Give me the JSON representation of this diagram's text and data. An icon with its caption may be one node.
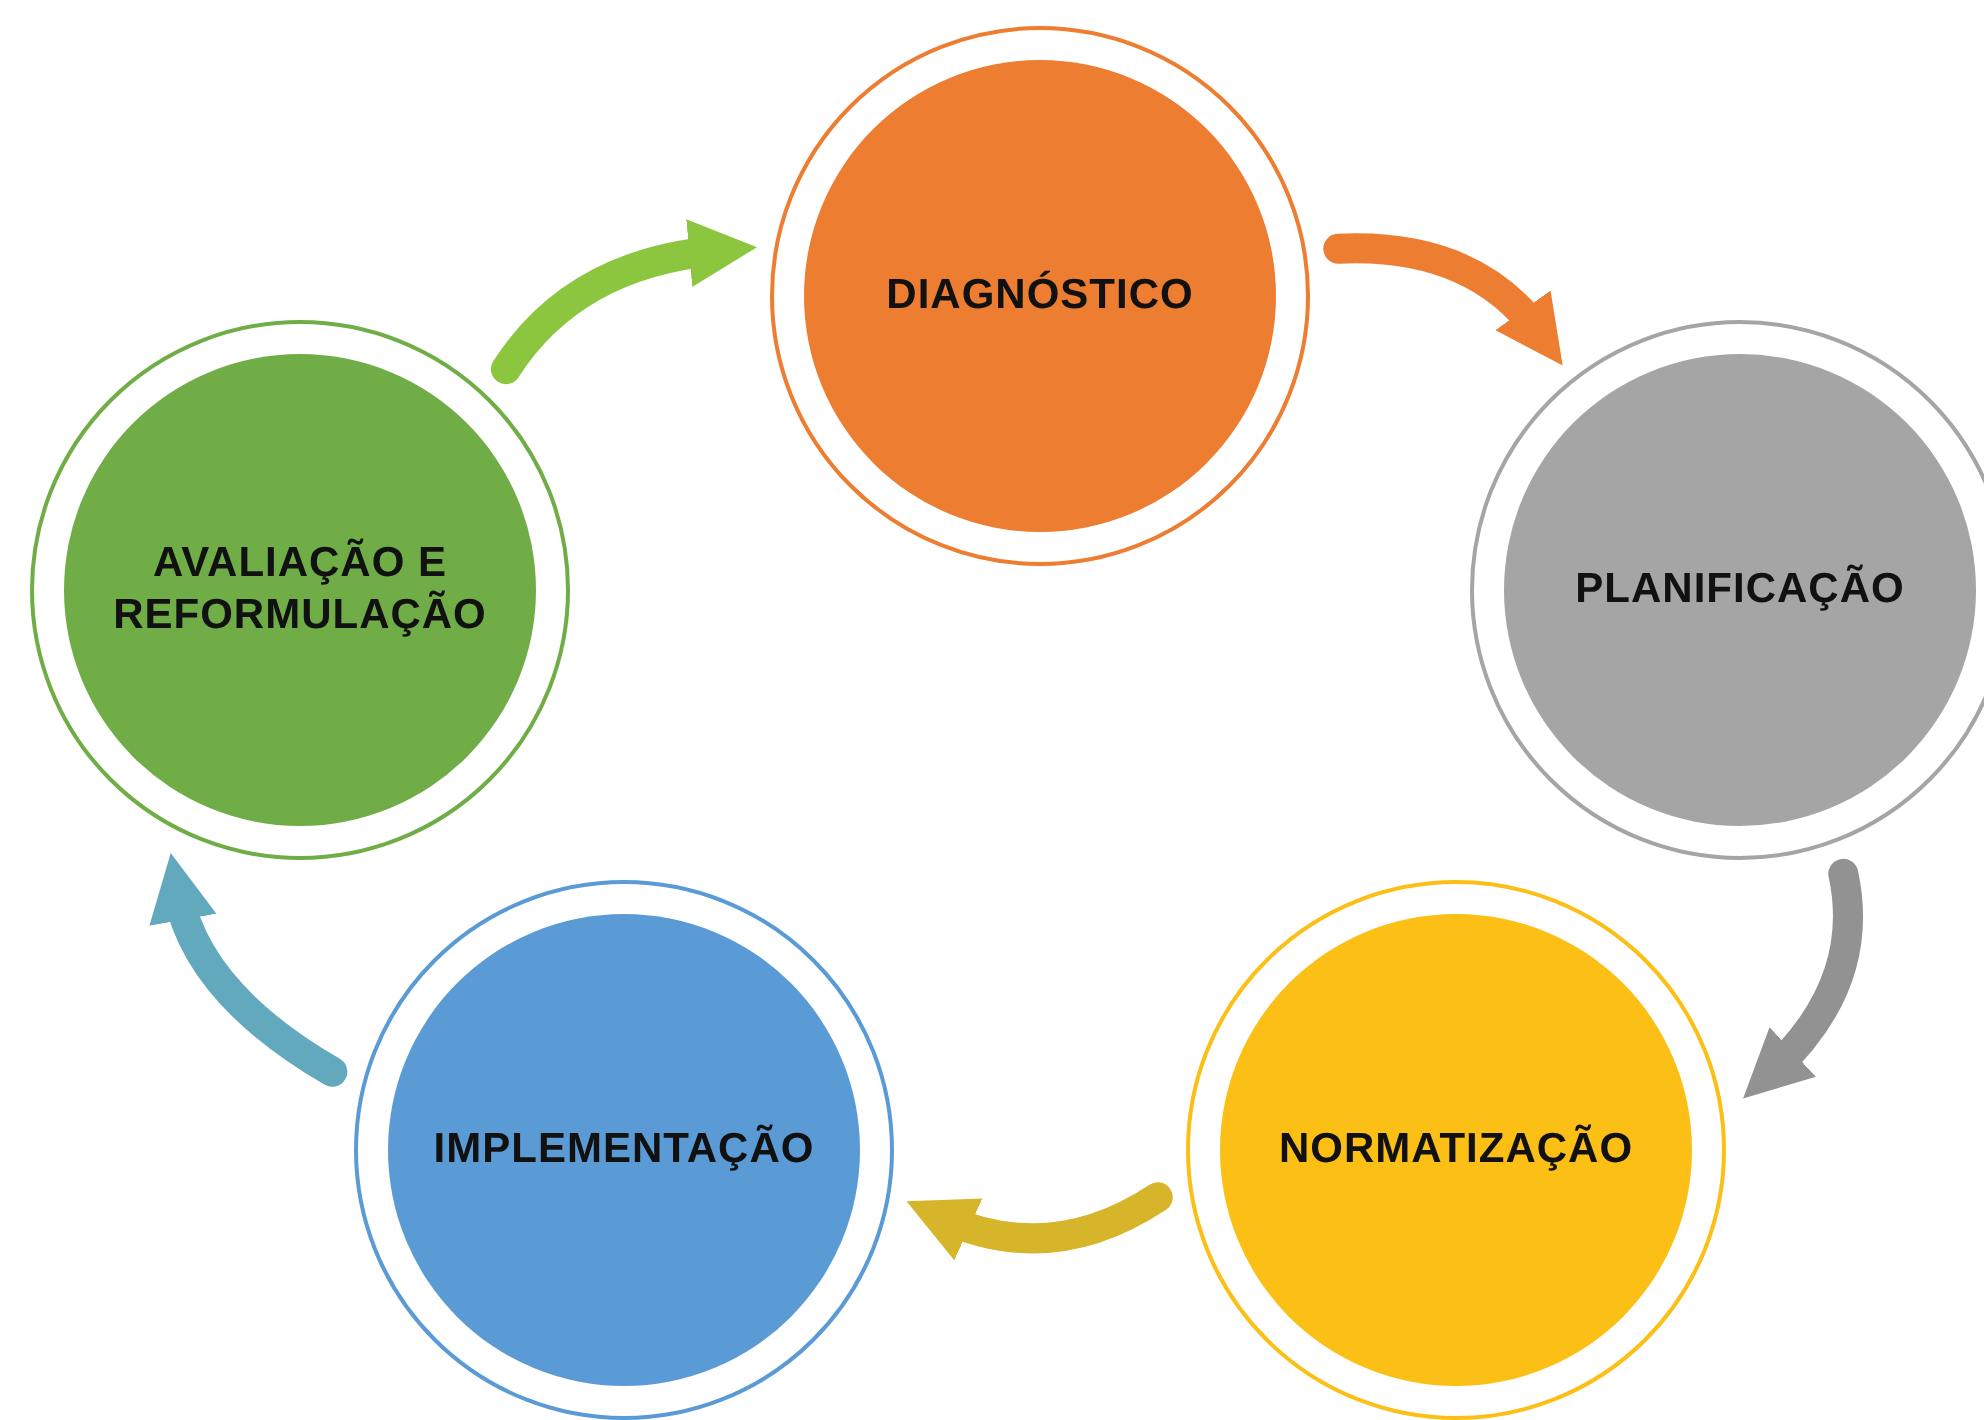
{
  "diagram": {
    "nodes": [
      {
        "text": [
          "DIAGNÓSTICO"
        ]
      },
      {
        "text": [
          "PLANIFICAÇÃO"
        ]
      },
      {
        "text": [
          "NORMATIZAÇÃO"
        ]
      },
      {
        "text": [
          "IMPLEMENTAÇÃO"
        ]
      },
      {
        "text": [
          "AVALIAÇÃO E REFORMULAÇÃO"
        ]
      }
    ],
    "edges": [
      {
        "from": 0,
        "to": 1,
        "arrow": "to",
        "color": "#ed7d31"
      },
      {
        "from": 1,
        "to": 2,
        "arrow": "to",
        "color": "#929292"
      },
      {
        "from": 2,
        "to": 3,
        "arrow": "to",
        "color": "#d6b52a"
      },
      {
        "from": 3,
        "to": 4,
        "arrow": "to",
        "color": "#62a9bd"
      },
      {
        "from": 4,
        "to": 0,
        "arrow": "to",
        "color": "#8cc63f"
      }
    ]
  }
}
